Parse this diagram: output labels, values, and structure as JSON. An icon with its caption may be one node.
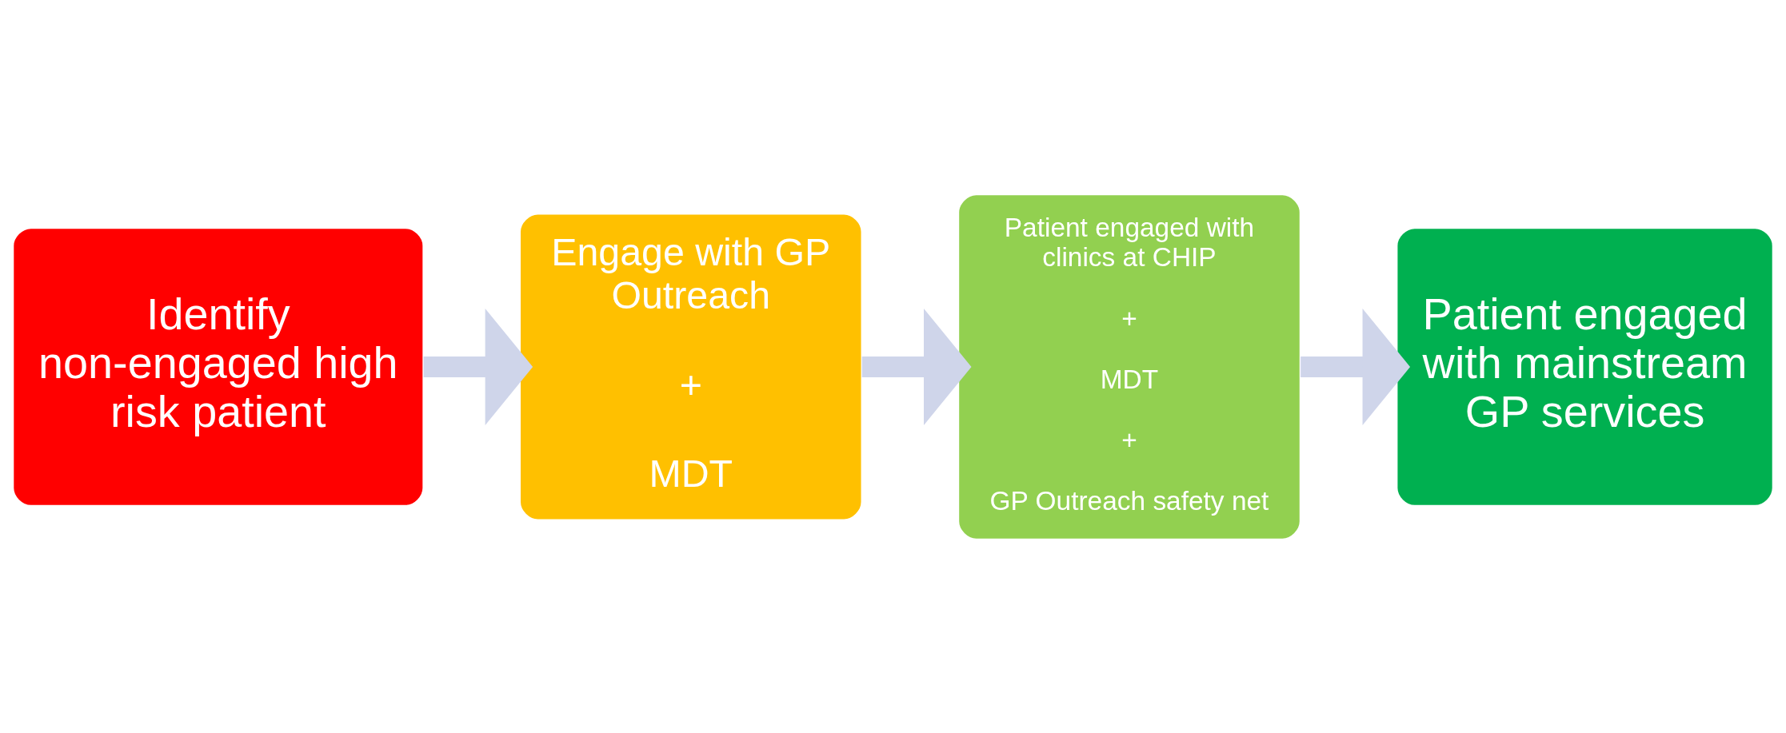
{
  "diagram": {
    "nodes": [
      {
        "text": [
          "Identify non-engaged high risk patient"
        ]
      },
      {
        "text": [
          "Engage with GP Outreach",
          "+",
          "MDT"
        ]
      },
      {
        "text": [
          "Patient engaged with clinics at CHIP",
          "+",
          "MDT",
          "+",
          "GP Outreach safety net"
        ]
      },
      {
        "text": [
          "Patient engaged with mainstream GP services"
        ]
      }
    ],
    "edges": [
      {
        "from": 0,
        "to": 1,
        "arrow": "to"
      },
      {
        "from": 1,
        "to": 2,
        "arrow": "to"
      },
      {
        "from": 2,
        "to": 3,
        "arrow": "to"
      }
    ]
  }
}
